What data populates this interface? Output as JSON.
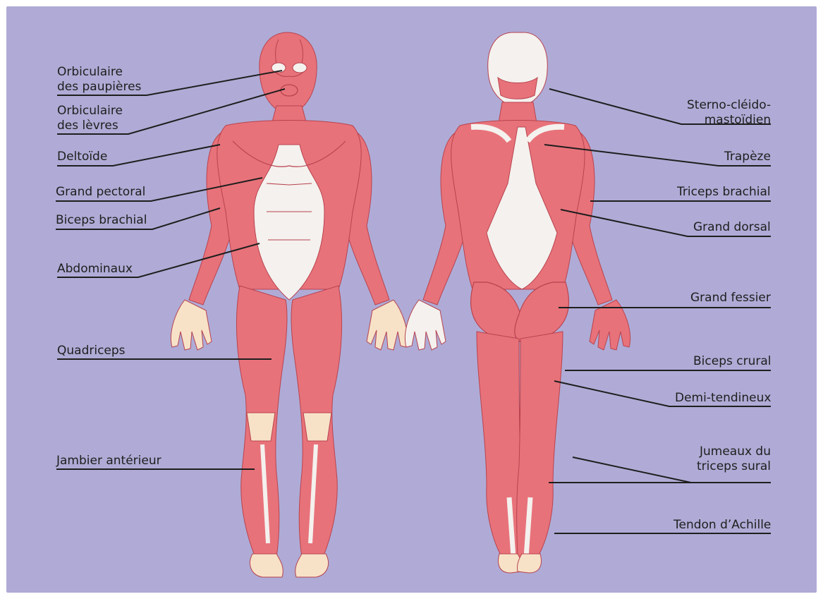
{
  "colors": {
    "background": "#afabd6",
    "muscle": "#e8727a",
    "muscle_dark": "#b8434e",
    "tendon": "#f4f1ee",
    "bone": "#f7e2c8",
    "leader_line": "#1e1e1e"
  },
  "labels_left": [
    {
      "id": "orbiculaire-paupieres",
      "text": "Orbiculaire\ndes paupières"
    },
    {
      "id": "orbiculaire-levres",
      "text": "Orbiculaire\ndes lèvres"
    },
    {
      "id": "deltoide",
      "text": "Deltoïde"
    },
    {
      "id": "grand-pectoral",
      "text": "Grand pectoral"
    },
    {
      "id": "biceps-brachial",
      "text": "Biceps brachial"
    },
    {
      "id": "abdominaux",
      "text": "Abdominaux"
    },
    {
      "id": "quadriceps",
      "text": "Quadriceps"
    },
    {
      "id": "jambier-anterieur",
      "text": "Jambier antérieur"
    }
  ],
  "labels_right": [
    {
      "id": "sterno-cleido-mastoidien",
      "text": "Sterno-cléido-\nmastoïdien"
    },
    {
      "id": "trapeze",
      "text": "Trapèze"
    },
    {
      "id": "triceps-brachial",
      "text": "Triceps brachial"
    },
    {
      "id": "grand-dorsal",
      "text": "Grand dorsal"
    },
    {
      "id": "grand-fessier",
      "text": "Grand fessier"
    },
    {
      "id": "biceps-crural",
      "text": "Biceps crural"
    },
    {
      "id": "demi-tendineux",
      "text": "Demi-tendineux"
    },
    {
      "id": "jumeaux-triceps-sural",
      "text": "Jumeaux du\ntriceps sural"
    },
    {
      "id": "tendon-achille",
      "text": "Tendon d’Achille"
    }
  ]
}
